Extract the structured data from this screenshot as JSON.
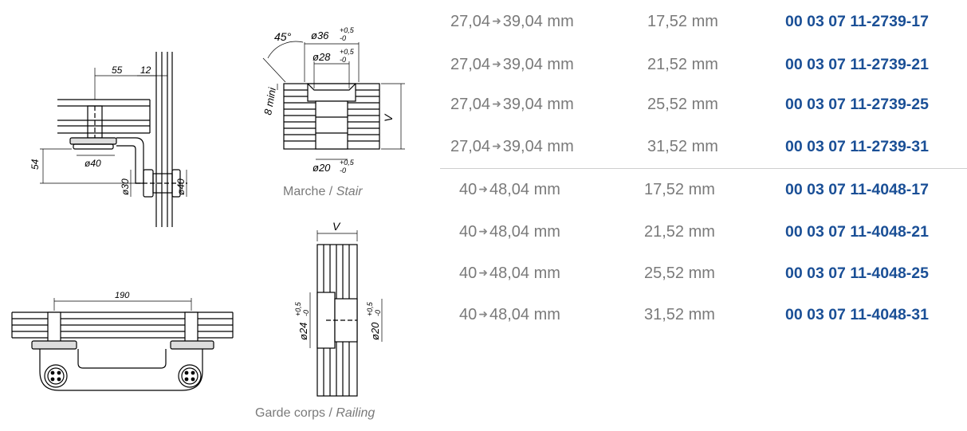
{
  "drawings": {
    "side": {
      "dim_55": "55",
      "dim_12": "12",
      "dim_54": "54",
      "dim_d40a": "ø40",
      "dim_d30": "ø30",
      "dim_d40b": "ø40"
    },
    "stair": {
      "angle": "45°",
      "d36": "ø36",
      "d36_tol_top": "+0,5",
      "d36_tol_bot": "-0",
      "d28": "ø28",
      "d28_tol_top": "+0,5",
      "d28_tol_bot": "-0",
      "mini": "8 mini",
      "v": "V",
      "d20": "ø20",
      "d20_tol_top": "+0,5",
      "d20_tol_bot": "-0"
    },
    "top": {
      "dim_190": "190"
    },
    "railing": {
      "v": "V",
      "d24": "ø24",
      "d24_tol_top": "+0,5",
      "d24_tol_bot": "-0",
      "d20": "ø20",
      "d20_tol_top": "+0,5",
      "d20_tol_bot": "-0"
    }
  },
  "captions": {
    "stair_fr": "Marche / ",
    "stair_en": "Stair",
    "railing_fr": "Garde corps / ",
    "railing_en": "Railing"
  },
  "table": {
    "arrow": "➜",
    "rows": [
      {
        "from": "27,04",
        "to": "39,04 mm",
        "thickness": "17,52 mm",
        "reference": "00 03 07 11-2739-17"
      },
      {
        "from": "27,04",
        "to": "39,04 mm",
        "thickness": "21,52 mm",
        "reference": "00 03 07 11-2739-21"
      },
      {
        "from": "27,04",
        "to": "39,04 mm",
        "thickness": "25,52 mm",
        "reference": "00 03 07 11-2739-25"
      },
      {
        "from": "27,04",
        "to": "39,04 mm",
        "thickness": "31,52 mm",
        "reference": "00 03 07 11-2739-31"
      },
      {
        "from": "40",
        "to": "48,04 mm",
        "thickness": "17,52 mm",
        "reference": "00 03 07 11-4048-17"
      },
      {
        "from": "40",
        "to": "48,04 mm",
        "thickness": "21,52 mm",
        "reference": "00 03 07 11-4048-21"
      },
      {
        "from": "40",
        "to": "48,04 mm",
        "thickness": "25,52 mm",
        "reference": "00 03 07 11-4048-25"
      },
      {
        "from": "40",
        "to": "48,04 mm",
        "thickness": "31,52 mm",
        "reference": "00 03 07 11-4048-31"
      }
    ]
  },
  "colors": {
    "reference": "#1a4f96",
    "text": "#7a7a7a",
    "divider": "#cfcfcf"
  }
}
